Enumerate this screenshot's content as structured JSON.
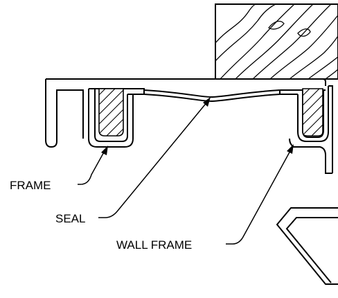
{
  "labels": {
    "frame": "FRAME",
    "seal": "SEAL",
    "wall_frame": "WALL FRAME"
  },
  "colors": {
    "line": "#000000",
    "background": "#ffffff"
  }
}
